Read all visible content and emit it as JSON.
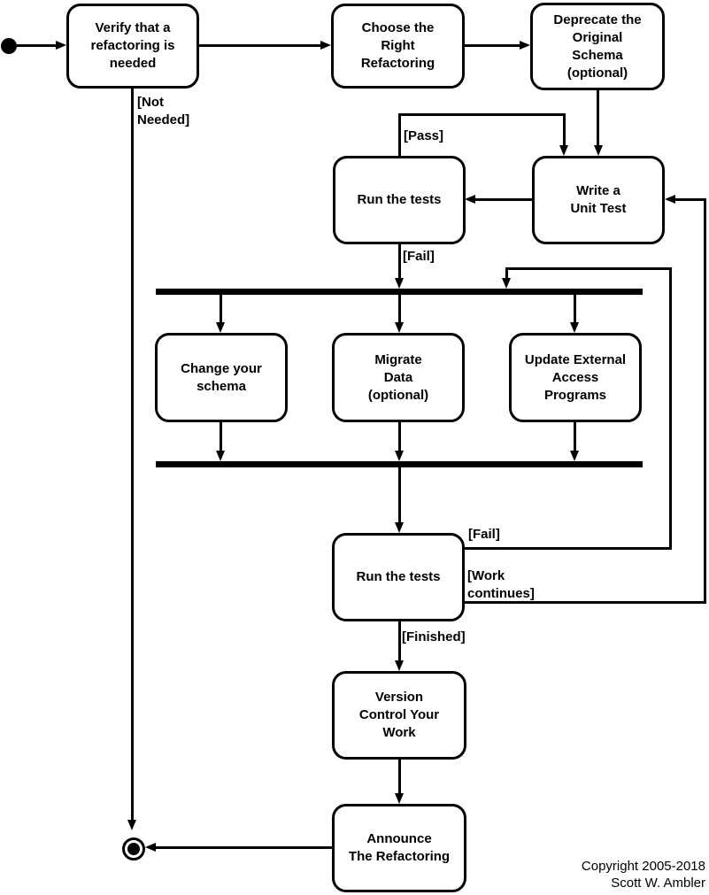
{
  "nodes": {
    "verify": "Verify that a\nrefactoring is\nneeded",
    "choose": "Choose the\nRight\nRefactoring",
    "deprecate": "Deprecate the\nOriginal\nSchema\n(optional)",
    "run_tests_top": "Run the tests",
    "write_unit_test": "Write a\nUnit Test",
    "change_schema": "Change your\nschema",
    "migrate_data": "Migrate\nData\n(optional)",
    "update_external": "Update External\nAccess\nPrograms",
    "run_tests_bottom": "Run the tests",
    "version_control": "Version\nControl Your\nWork",
    "announce": "Announce\nThe Refactoring"
  },
  "edge_labels": {
    "not_needed": "[Not\nNeeded]",
    "pass": "[Pass]",
    "fail_top": "[Fail]",
    "fail_bottom": "[Fail]",
    "work_continues": "[Work\ncontinues]",
    "finished": "[Finished]"
  },
  "copyright": {
    "line1": "Copyright 2005-2018",
    "line2": "Scott W. Ambler"
  },
  "icons": {
    "start": "initial-node (filled circle)",
    "end": "final-node (bullseye)"
  },
  "colors": {
    "line": "#000000",
    "node_fill": "#ffffff",
    "background": "#ffffff",
    "text": "#000000"
  }
}
